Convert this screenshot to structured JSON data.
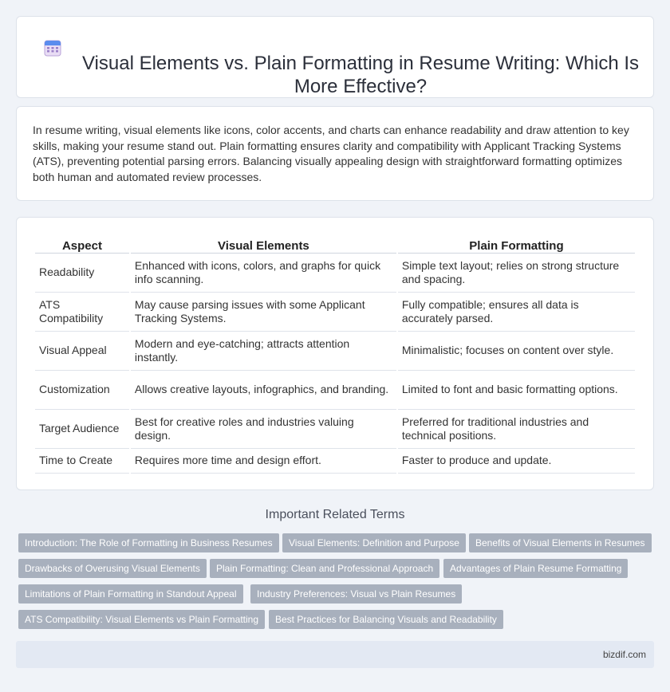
{
  "header": {
    "title": "Visual Elements vs. Plain Formatting in Resume Writing: Which Is More Effective?",
    "icon": "calendar-icon"
  },
  "intro": {
    "text": "In resume writing, visual elements like icons, color accents, and charts can enhance readability and draw attention to key skills, making your resume stand out. Plain formatting ensures clarity and compatibility with Applicant Tracking Systems (ATS), preventing potential parsing errors. Balancing visually appealing design with straightforward formatting optimizes both human and automated review processes."
  },
  "table": {
    "headers": [
      "Aspect",
      "Visual Elements",
      "Plain Formatting"
    ],
    "rows": [
      [
        "Readability",
        "Enhanced with icons, colors, and graphs for quick info scanning.",
        "Simple text layout; relies on strong structure and spacing."
      ],
      [
        "ATS Compatibility",
        "May cause parsing issues with some Applicant Tracking Systems.",
        "Fully compatible; ensures all data is accurately parsed."
      ],
      [
        "Visual Appeal",
        "Modern and eye-catching; attracts attention instantly.",
        "Minimalistic; focuses on content over style."
      ],
      [
        "Customization",
        "Allows creative layouts, infographics, and branding.",
        "Limited to font and basic formatting options."
      ],
      [
        "Target Audience",
        "Best for creative roles and industries valuing design.",
        "Preferred for traditional industries and technical positions."
      ],
      [
        "Time to Create",
        "Requires more time and design effort.",
        "Faster to produce and update."
      ]
    ]
  },
  "related": {
    "title": "Important Related Terms",
    "tags": [
      "Introduction: The Role of Formatting in Business Resumes",
      "Visual Elements: Definition and Purpose",
      "Benefits of Visual Elements in Resumes",
      "Drawbacks of Overusing Visual Elements",
      "Plain Formatting: Clean and Professional Approach",
      "Advantages of Plain Resume Formatting",
      "Limitations of Plain Formatting in Standout Appeal",
      "Industry Preferences: Visual vs Plain Resumes",
      "ATS Compatibility: Visual Elements vs Plain Formatting",
      "Best Practices for Balancing Visuals and Readability"
    ]
  },
  "footer": {
    "site": "bizdif.com"
  }
}
